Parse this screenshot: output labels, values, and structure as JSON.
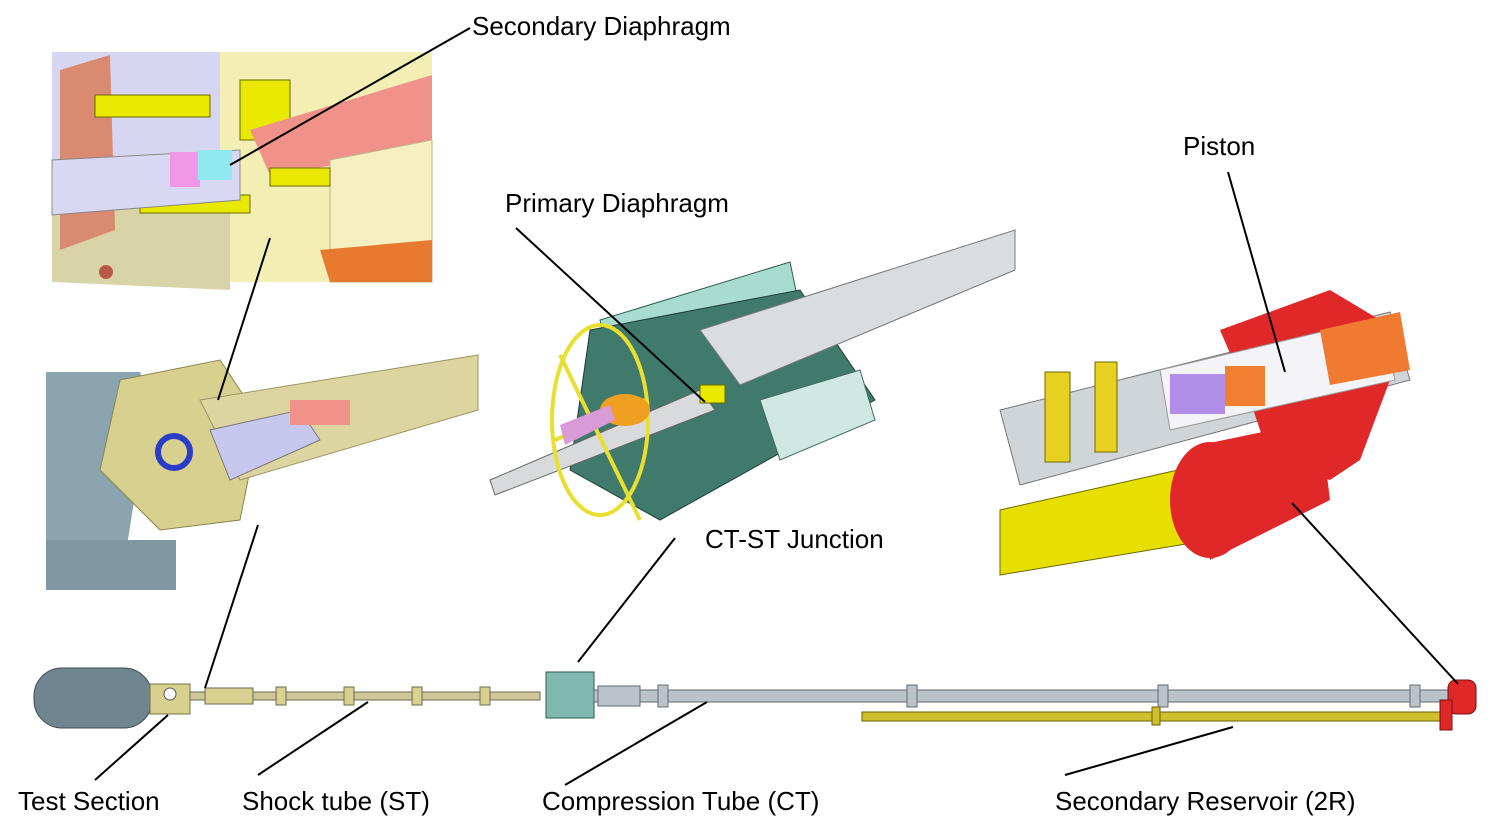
{
  "labels": {
    "secondary_diaphragm": "Secondary Diaphragm",
    "primary_diaphragm": "Primary Diaphragm",
    "piston": "Piston",
    "ct_st_junction": "CT-ST Junction",
    "test_section": "Test Section",
    "shock_tube": "Shock tube (ST)",
    "compression_tube": "Compression Tube (CT)",
    "secondary_reservoir": "Secondary Reservoir (2R)"
  },
  "colors": {
    "cream": "#f3eeb4",
    "tan": "#d9c98a",
    "steel": "#c9d0d4",
    "steel_dark": "#8e9aa0",
    "teal": "#7fb8ad",
    "teal_dark": "#3e7467",
    "yellow": "#f0e000",
    "olive": "#b9ad2d",
    "red": "#e22a2a",
    "salmon": "#f08a82",
    "magenta": "#e08ae0",
    "cyan": "#7de8e8",
    "orange": "#f07a30",
    "lavender": "#c8c6f0",
    "blue_ring": "#2030c0",
    "tank": "#6f8590"
  }
}
